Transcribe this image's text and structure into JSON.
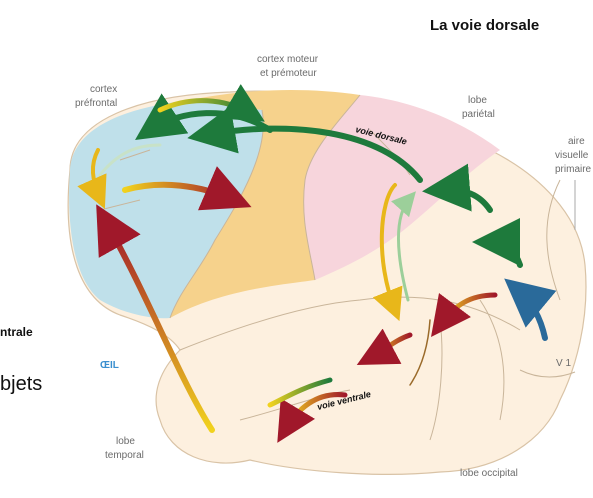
{
  "header": {
    "title": "La voie dorsale"
  },
  "labels": {
    "cortex_prefrontal_1": "cortex",
    "cortex_prefrontal_2": "préfrontal",
    "cortex_moteur_1": "cortex moteur",
    "cortex_moteur_2": "et prémoteur",
    "lobe_parietal_1": "lobe",
    "lobe_parietal_2": "pariétal",
    "aire_visuelle_1": "aire",
    "aire_visuelle_2": "visuelle",
    "aire_visuelle_3": "primaire",
    "voie_dorsale": "voie dorsale",
    "voie_ventrale": "voie ventrale",
    "v1": "V 1",
    "oeil": "ŒIL",
    "lobe_temporal_1": "lobe",
    "lobe_temporal_2": "temporal",
    "lobe_occipital": "lobe occipital"
  },
  "edge_text": {
    "left_mid": "ntrale",
    "left_low": "bjets"
  },
  "colors": {
    "prefrontal": "#bfe0ea",
    "motor": "#f6d28c",
    "parietal": "#f7d5dc",
    "brain": "#fdf0df",
    "arrow_green": "#1e7a3c",
    "arrow_red": "#a0182a",
    "arrow_yellow": "#f1d21e",
    "arrow_blue": "#2a6a9a",
    "oeil_blue": "#3b8fcf"
  }
}
